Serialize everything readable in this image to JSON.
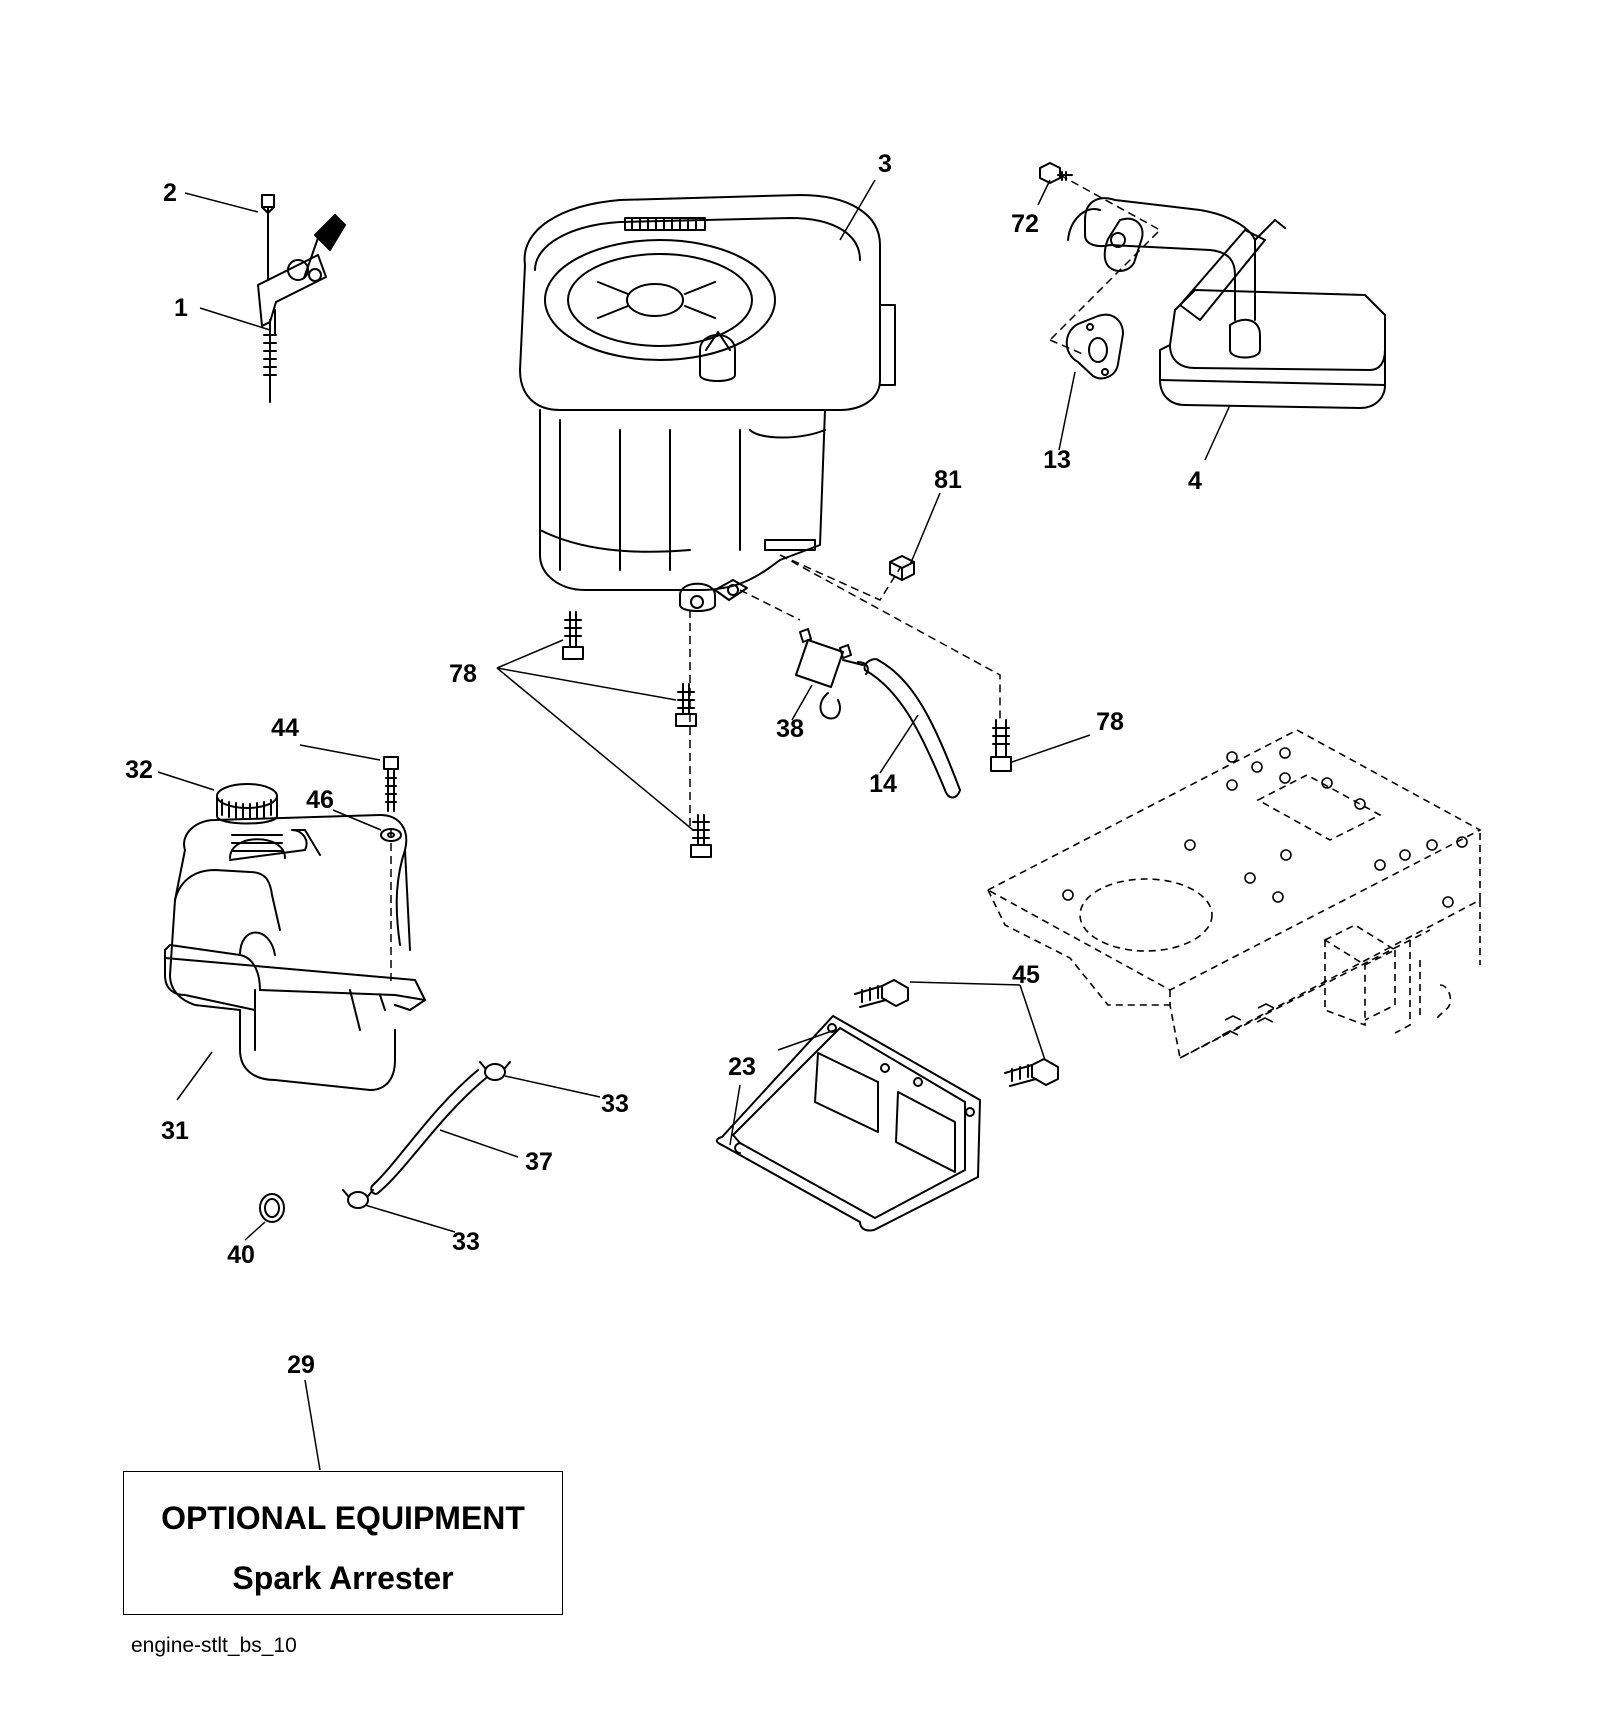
{
  "callouts": {
    "c1": "1",
    "c2": "2",
    "c3": "3",
    "c4": "4",
    "c13": "13",
    "c14": "14",
    "c23": "23",
    "c29": "29",
    "c31": "31",
    "c32": "32",
    "c33a": "33",
    "c33b": "33",
    "c37": "37",
    "c38": "38",
    "c40": "40",
    "c44": "44",
    "c45": "45",
    "c46": "46",
    "c72": "72",
    "c78a": "78",
    "c78b": "78",
    "c81": "81"
  },
  "optional_box": {
    "heading": "OPTIONAL EQUIPMENT",
    "item": "Spark Arrester"
  },
  "diagram_code": "engine-stlt_bs_10"
}
